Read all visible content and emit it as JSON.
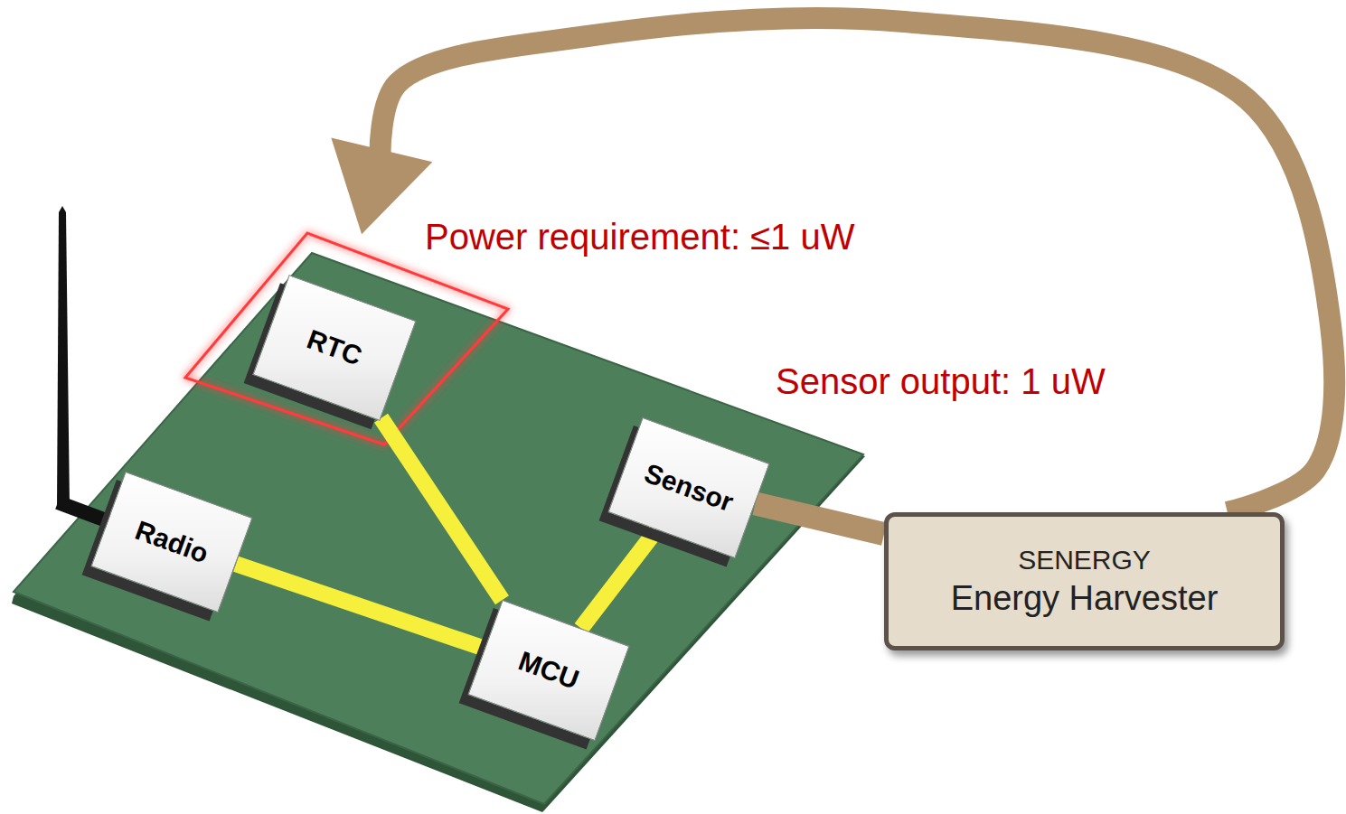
{
  "diagram": {
    "nodes": [
      {
        "text": [
          "RTC"
        ]
      },
      {
        "text": [
          "Radio"
        ]
      },
      {
        "text": [
          "Sensor"
        ]
      },
      {
        "text": [
          "MCU"
        ]
      },
      {
        "text": [
          "SENERGY",
          "Energy Harvester"
        ]
      }
    ],
    "edges": [
      {
        "from": 0,
        "to": 3,
        "arrow": "none"
      },
      {
        "from": 1,
        "to": 3,
        "arrow": "none"
      },
      {
        "from": 2,
        "to": 3,
        "arrow": "none"
      },
      {
        "from": 2,
        "to": 4,
        "arrow": "none"
      },
      {
        "from": 4,
        "to": 0,
        "arrow": "to"
      }
    ],
    "labels": [
      "Power requirement: ≤1 uW",
      "Sensor output: 1 uW"
    ]
  }
}
